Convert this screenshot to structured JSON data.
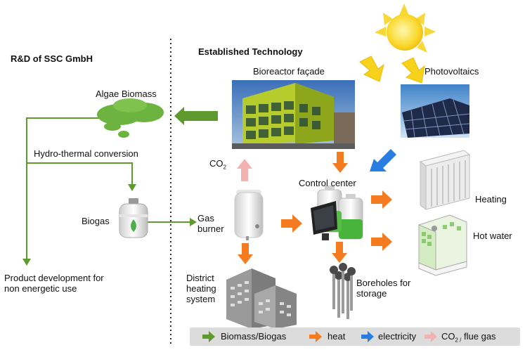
{
  "sections": {
    "left_title": "R&D of SSC GmbH",
    "right_title": "Established Technology"
  },
  "labels": {
    "algae_biomass": "Algae Biomass",
    "hydro_thermal": "Hydro-thermal conversion",
    "biogas": "Biogas",
    "product_dev_line1": "Product development for",
    "product_dev_line2": "non energetic use",
    "bioreactor": "Bioreactor façade",
    "photovoltaics": "Photovoltaics",
    "co2_main": "CO",
    "co2_sub": "2",
    "control_center": "Control center",
    "gas_burner_line1": "Gas",
    "gas_burner_line2": "burner",
    "heating": "Heating",
    "hot_water": "Hot water",
    "district_line1": "District",
    "district_line2": "heating",
    "district_line3": "system",
    "boreholes_line1": "Boreholes for",
    "boreholes_line2": "storage"
  },
  "legend": {
    "biomass": "Biomass/Biogas",
    "heat": "heat",
    "electricity": "electricity",
    "co2_prefix": "CO",
    "co2_sub": "2 /",
    "co2_suffix": " flue gas"
  },
  "colors": {
    "biomass_green": "#5e9a2e",
    "heat_orange": "#f47b20",
    "electricity_blue": "#2a7de1",
    "co2_pink": "#f2b3b0",
    "sun_yellow": "#f7d21a"
  },
  "icons": {
    "sun": "sun-icon",
    "algae": "algae-cloud-icon",
    "biogas": "gas-cylinder-icon",
    "burner": "water-heater-icon",
    "control": "battery-monitor-icon",
    "radiator": "radiator-icon",
    "shower": "shower-icon",
    "district": "buildings-icon",
    "boreholes": "borehole-icon"
  }
}
